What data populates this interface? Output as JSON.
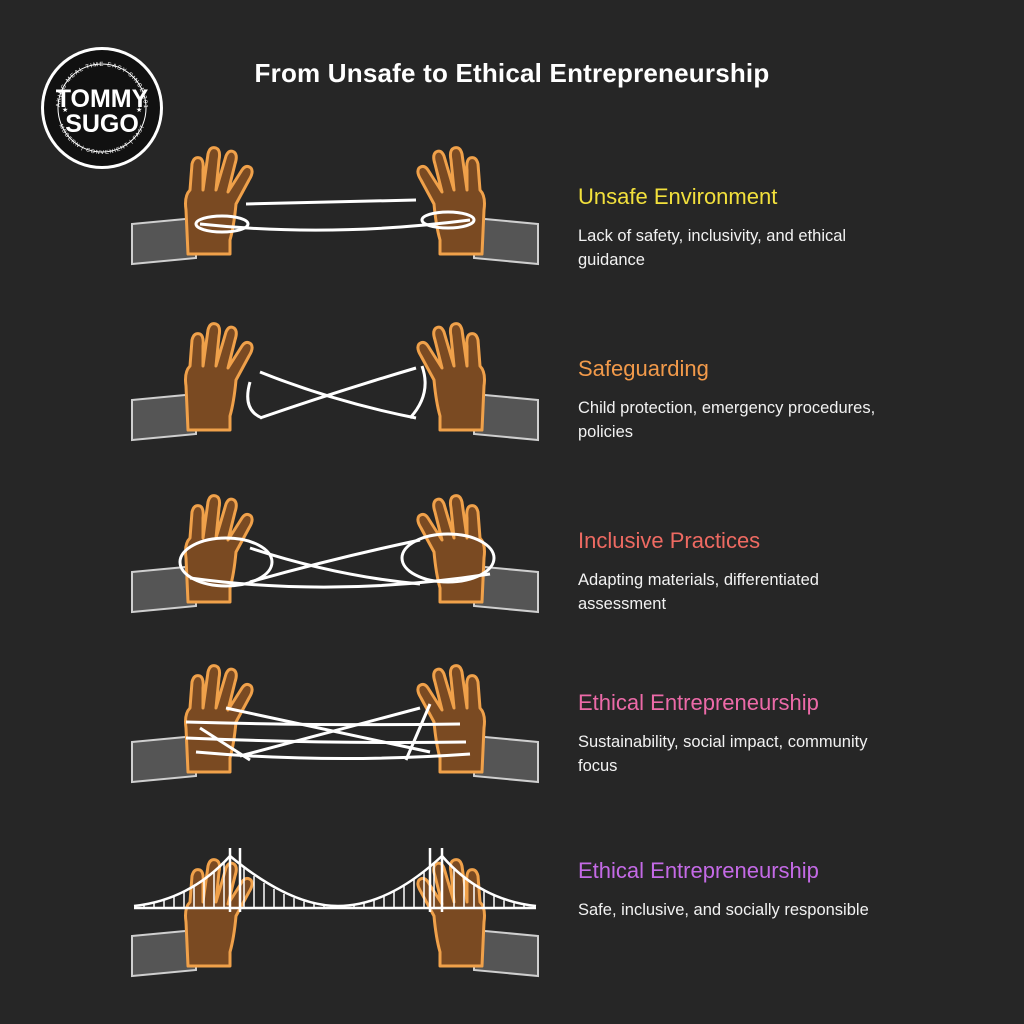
{
  "logo": {
    "line1": "TOMMY",
    "line2": "SUGO",
    "ring_top": "MAKING MEAL TIME EASY SINCE 2014",
    "ring_bottom": "MODERN | CONVENIENT | FAST"
  },
  "title": "From Unsafe to Ethical Entrepreneurship",
  "colors": {
    "background": "#262626",
    "hand_fill": "#7a4a22",
    "hand_stroke": "#f0a14a",
    "sleeve": "#555555",
    "string": "#ffffff"
  },
  "steps": [
    {
      "title": "Unsafe Environment",
      "color": "#f2e03c",
      "icon": "hands-string-icon",
      "description": "Lack of safety, inclusivity, and ethical guidance"
    },
    {
      "title": "Safeguarding",
      "color": "#f29a4a",
      "icon": "hands-cross-string-icon",
      "description": "Child protection, emergency procedures, policies"
    },
    {
      "title": "Inclusive Practices",
      "color": "#ee6a62",
      "icon": "hands-loop-string-icon",
      "description": "Adapting materials, differentiated assessment"
    },
    {
      "title": "Ethical Entrepreneurship",
      "color": "#ec6aa8",
      "icon": "hands-web-string-icon",
      "description": "Sustainability, social impact, community focus"
    },
    {
      "title": "Ethical Entrepreneurship",
      "color": "#c46ae6",
      "icon": "hands-bridge-icon",
      "description": "Safe, inclusive, and socially responsible"
    }
  ]
}
